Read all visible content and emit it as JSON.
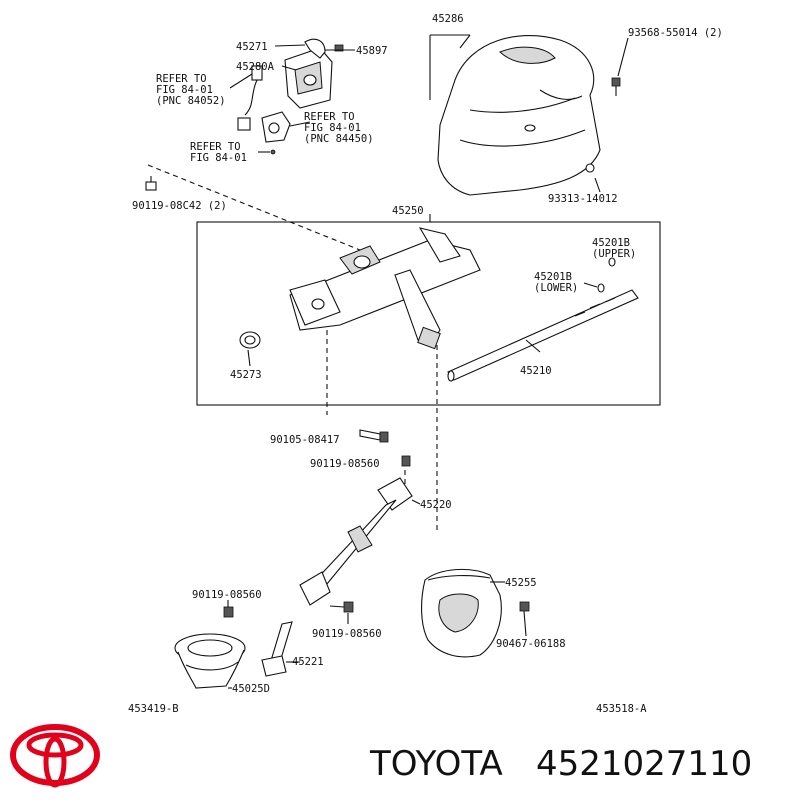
{
  "labels": {
    "l45286": "45286",
    "l93568": "93568-55014 (2)",
    "l93313": "93313-14012",
    "l45271": "45271",
    "l45897": "45897",
    "l45280A": "45280A",
    "refer1_a": "REFER TO",
    "refer1_b": "FIG 84-01",
    "refer1_c": "(PNC 84052)",
    "refer2_a": "REFER TO",
    "refer2_b": "FIG 84-01",
    "refer2_c": "(PNC 84450)",
    "refer3_a": "REFER TO",
    "refer3_b": "FIG 84-01",
    "l90119_a": "90119-08C42 (2)",
    "l45250": "45250",
    "l45201B_u": "45201B",
    "upper": "(UPPER)",
    "l45201B_l": "45201B",
    "lower": "(LOWER)",
    "l45273": "45273",
    "l45210": "45210",
    "l90105": "90105-08417",
    "l90119_b": "90119-08560",
    "l45220": "45220",
    "l45255": "45255",
    "l90119_c": "90119-08560",
    "l90119_d": "90119-08560",
    "l90467": "90467-06188",
    "l45221": "45221",
    "l45025D": "45025D",
    "fig_left": "453419-B",
    "fig_right": "453518-A"
  },
  "brand": {
    "name": "TOYOTA",
    "part_number": "4521027110",
    "logo_color": "#e2001a"
  }
}
